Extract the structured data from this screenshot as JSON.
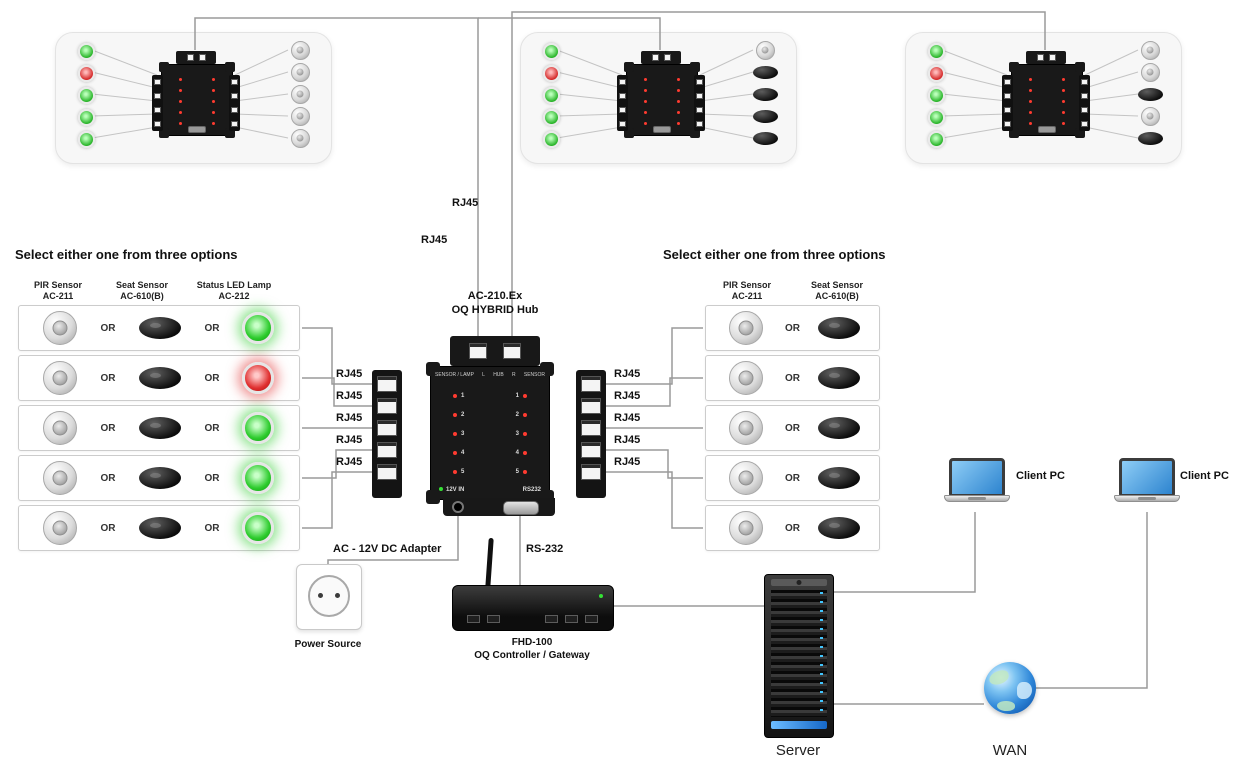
{
  "top_panels": [
    {
      "leds": [
        "green",
        "red",
        "green",
        "green",
        "green"
      ],
      "devices": [
        "pir",
        "pir",
        "pir",
        "pir",
        "pir"
      ]
    },
    {
      "leds": [
        "green",
        "red",
        "green",
        "green",
        "green"
      ],
      "devices": [
        "pir",
        "seat",
        "seat",
        "seat",
        "seat"
      ]
    },
    {
      "leds": [
        "green",
        "red",
        "green",
        "green",
        "green"
      ],
      "devices": [
        "pir",
        "pir",
        "seat",
        "pir",
        "seat"
      ]
    }
  ],
  "uplinks": {
    "rj45_upper": "RJ45",
    "rj45_lower": "RJ45"
  },
  "hub": {
    "model": "AC-210.Ex",
    "name": "OQ HYBRID Hub",
    "top_row": [
      "SENSOR / LAMP",
      "L",
      "HUB",
      "R",
      "SENSOR"
    ],
    "channels": [
      "1",
      "2",
      "3",
      "4",
      "5"
    ],
    "power_label": "12V IN",
    "serial_label": "RS232"
  },
  "left_options": {
    "heading": "Select either one from three options",
    "col1": "PIR Sensor\nAC-211",
    "col2": "Seat Sensor\nAC-610(B)",
    "col3": "Status LED Lamp\nAC-212",
    "or": "OR",
    "rows": [
      {
        "lamp": "green"
      },
      {
        "lamp": "red"
      },
      {
        "lamp": "green"
      },
      {
        "lamp": "green"
      },
      {
        "lamp": "green"
      }
    ],
    "ports": [
      "RJ45",
      "RJ45",
      "RJ45",
      "RJ45",
      "RJ45"
    ]
  },
  "right_options": {
    "heading": "Select either one from three options",
    "col1": "PIR Sensor\nAC-211",
    "col2": "Seat Sensor\nAC-610(B)",
    "or": "OR",
    "ports": [
      "RJ45",
      "RJ45",
      "RJ45",
      "RJ45",
      "RJ45"
    ]
  },
  "power": {
    "adapter": "AC - 12V DC Adapter",
    "source": "Power Source"
  },
  "controller": {
    "link": "RS-232",
    "model": "FHD-100",
    "name": "OQ Controller / Gateway"
  },
  "server": {
    "label": "Server"
  },
  "wan": {
    "label": "WAN"
  },
  "clients": [
    {
      "label": "Client PC"
    },
    {
      "label": "Client PC"
    }
  ]
}
